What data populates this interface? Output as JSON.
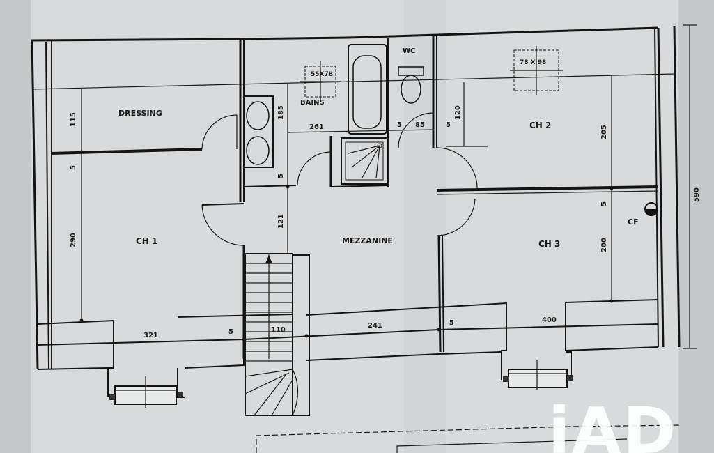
{
  "rooms": {
    "dressing": "DRESSING",
    "bains": "BAINS",
    "wc": "WC",
    "ch1": "CH 1",
    "ch2": "CH 2",
    "ch3": "CH 3",
    "mezzanine": "MEZZANINE",
    "cf": "CF"
  },
  "fixtures": {
    "skylight_bath": "55X78",
    "skylight_ch2": "78 X 98"
  },
  "dimensions": {
    "d115": "115",
    "d5_left": "5",
    "d290": "290",
    "d185": "185",
    "d5_bath": "5",
    "d121": "121",
    "d261": "261",
    "d5_wc_left": "5",
    "d85": "85",
    "d5_wc_right": "5",
    "d120": "120",
    "d205": "205",
    "d5_right": "5",
    "d200": "200",
    "d321": "321",
    "d5_bottom_a": "5",
    "d110": "110",
    "d241": "241",
    "d5_bottom_b": "5",
    "d400": "400",
    "d590": "590"
  },
  "watermark": {
    "logo_text": "iAD"
  },
  "colors": {
    "paper": "#c9cccd",
    "paper_light": "#dfe1e1",
    "ink": "#141414",
    "logo": "#ffffff"
  }
}
